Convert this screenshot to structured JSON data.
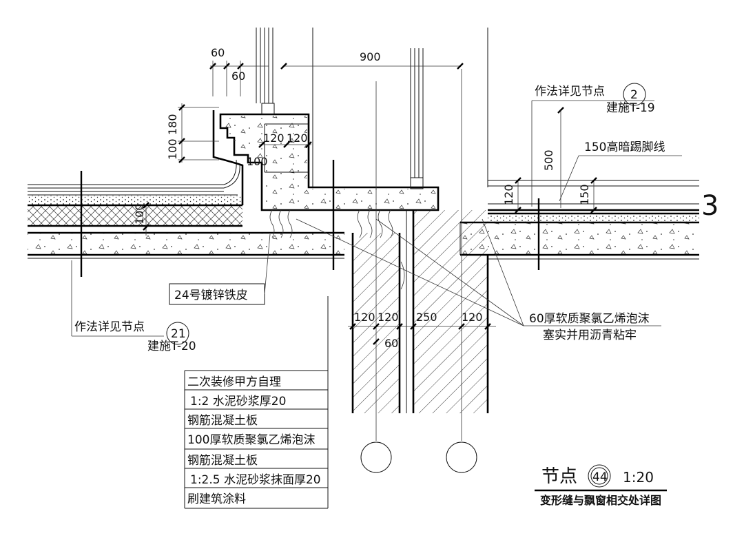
{
  "dimensions": {
    "d60_top": "60",
    "d60_bottom": "60",
    "d900": "900",
    "d180": "180",
    "d100_left": "100",
    "d120_a": "120",
    "d120_b": "120",
    "d100_mid": "100",
    "d500": "500",
    "d120_right": "120",
    "d150_right": "150",
    "d100_slab": "100",
    "d120_w1": "120",
    "d120_w2": "120",
    "d250": "250",
    "d120_w3": "120",
    "d60_joint": "60"
  },
  "annotations": {
    "ref_top_text": "作法详见节点",
    "ref_top_num": "2",
    "ref_top_sheet": "建施T-19",
    "skirting": "150高暗踢脚线",
    "section_mark": "3",
    "galvanized": "24号镀锌铁皮",
    "ref_left_text": "作法详见节点",
    "ref_left_num": "21",
    "ref_left_sheet": "建施T-20",
    "foam_line1": "60厚软质聚氯乙烯泡沫",
    "foam_line2": "塞实并用沥青粘牢"
  },
  "layers": [
    "二次装修甲方自理",
    "1:2 水泥砂浆厚20",
    "钢筋混凝土板",
    "100厚软质聚氯乙烯泡沫",
    "钢筋混凝土板",
    "1:2.5 水泥砂浆抹面厚20",
    "刷建筑涂料"
  ],
  "title_block": {
    "node_label": "节点",
    "node_number": "44",
    "scale": "1:20",
    "title": "变形缝与飘窗相交处详图"
  }
}
